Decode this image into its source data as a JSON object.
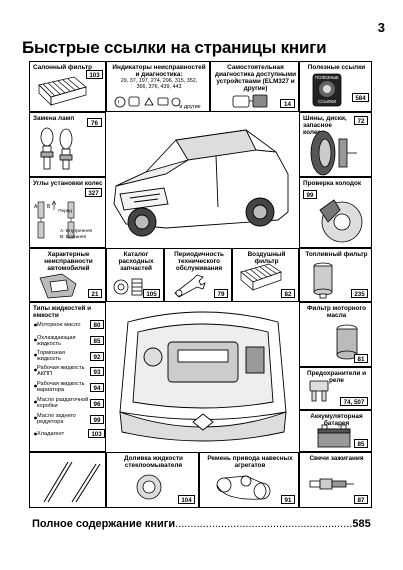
{
  "page_number": "3",
  "title": "Быстрые ссылки на страницы книги",
  "cells": {
    "cabin_filter": {
      "label": "Салонный фильтр",
      "page": "103"
    },
    "indicators": {
      "label": "Индикаторы неисправностей и диагностика:",
      "pages": "29, 37, 197, 274, 296, 315, 352, 366, 376, 439, 443",
      "extra": "и другие"
    },
    "self_diag": {
      "label": "Самостоятельная диагностика доступными устройствами (ELM327 и другие)",
      "page": "14"
    },
    "useful_links": {
      "label": "Полезные ссылки",
      "page": "584",
      "badge_line1": "ПОЛЕЗНЫЕ",
      "badge_line2": "ССЫЛКИ"
    },
    "lamp_replace": {
      "label": "Замена ламп",
      "page": "76"
    },
    "tires": {
      "label": "Шины, диски, запасное колесо",
      "page": "72"
    },
    "wheel_alignment": {
      "label": "Углы установки колес",
      "page": "327",
      "front": "Перед",
      "legend_a": "А: Внутренняя",
      "legend_b": "В: Внешняя"
    },
    "brake_check": {
      "label": "Проверка колодок",
      "page": "99"
    },
    "faults": {
      "label": "Характерные неисправности автомобилей",
      "page": "21"
    },
    "catalog": {
      "label": "Каталог расходных запчастей",
      "page": "105"
    },
    "maintenance": {
      "label": "Периодичность технического обслуживания",
      "page": "79"
    },
    "air_filter": {
      "label": "Воздушный фильтр",
      "page": "82"
    },
    "fuel_filter": {
      "label": "Топливный фильтр",
      "page": "235"
    },
    "fluids": {
      "label": "Типы жидкостей и емкости",
      "items": [
        {
          "label": "Моторное масло",
          "page": "80"
        },
        {
          "label": "Охлаждающая жидкость",
          "page": "85"
        },
        {
          "label": "Тормозная жидкость",
          "page": "92"
        },
        {
          "label": "Рабочая жидкость АКПП",
          "page": "93"
        },
        {
          "label": "Рабочая жидкость вариатора",
          "page": "94"
        },
        {
          "label": "Масло раздаточной коробки",
          "page": "96"
        },
        {
          "label": "Масло заднего редуктора",
          "page": "99"
        },
        {
          "label": "Хладагент",
          "page": "103"
        }
      ]
    },
    "oil_filter": {
      "label": "Фильтр моторного масла",
      "page": "81"
    },
    "fuses": {
      "label": "Предохранители и реле",
      "page": "74, 507"
    },
    "battery": {
      "label": "Аккумуляторная батарея",
      "page": "85"
    },
    "washer": {
      "label": "Доливка жидкости стеклоомывателя",
      "page": "104"
    },
    "belt": {
      "label": "Ремень привода навесных агрегатов",
      "page": "91"
    },
    "spark_plugs": {
      "label": "Свечи зажигания",
      "page": "87"
    }
  },
  "footer": {
    "text": "Полное содержание книги",
    "dots": "..........................................................",
    "page": "585"
  }
}
